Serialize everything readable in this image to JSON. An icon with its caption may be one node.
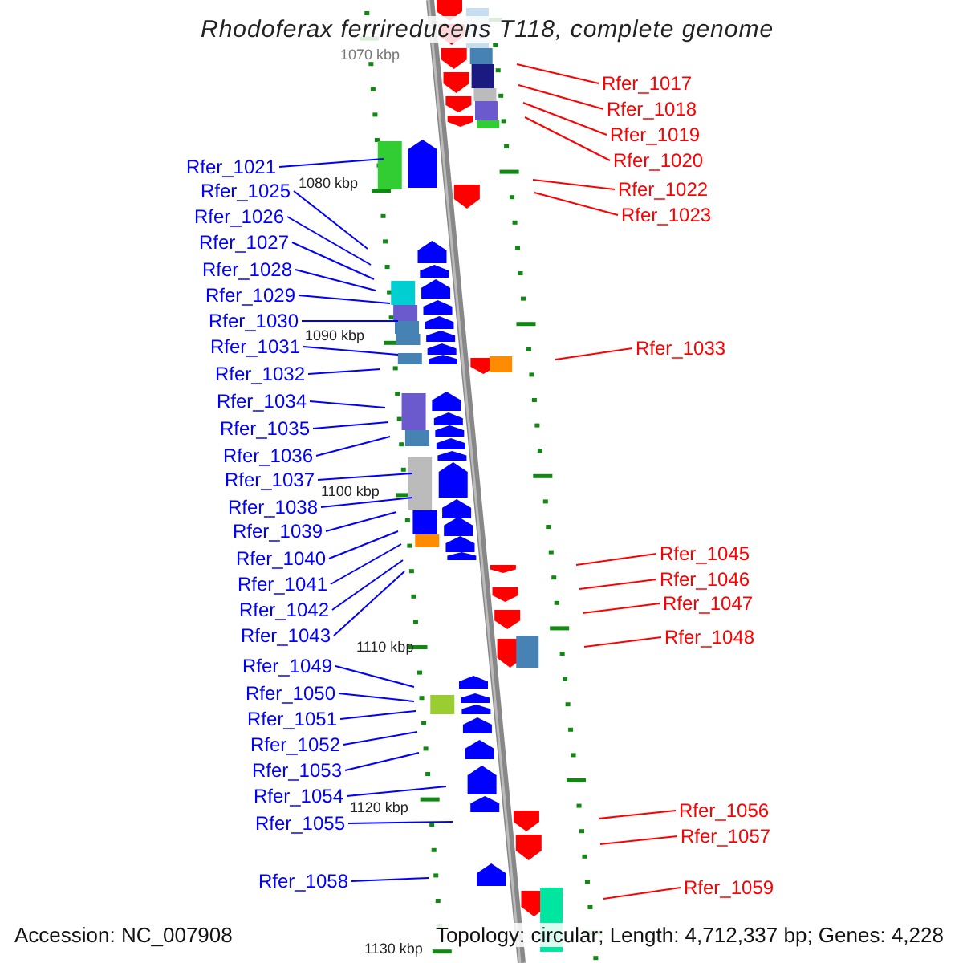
{
  "diagram": {
    "title": "Rhodoferax ferrireducens T118, complete genome",
    "nodes": [
      {
        "text": [
          "Rfer_1017"
        ]
      },
      {
        "text": [
          "Rfer_1018"
        ]
      },
      {
        "text": [
          "Rfer_1019"
        ]
      },
      {
        "text": [
          "Rfer_1020"
        ]
      },
      {
        "text": [
          "Rfer_1021"
        ]
      },
      {
        "text": [
          "Rfer_1022"
        ]
      },
      {
        "text": [
          "Rfer_1025"
        ]
      },
      {
        "text": [
          "Rfer_1023"
        ]
      },
      {
        "text": [
          "Rfer_1026"
        ]
      },
      {
        "text": [
          "Rfer_1027"
        ]
      },
      {
        "text": [
          "Rfer_1028"
        ]
      },
      {
        "text": [
          "Rfer_1029"
        ]
      },
      {
        "text": [
          "Rfer_1030"
        ]
      },
      {
        "text": [
          "Rfer_1031"
        ]
      },
      {
        "text": [
          "Rfer_1033"
        ]
      },
      {
        "text": [
          "Rfer_1032"
        ]
      },
      {
        "text": [
          "Rfer_1034"
        ]
      },
      {
        "text": [
          "Rfer_1035"
        ]
      },
      {
        "text": [
          "Rfer_1036"
        ]
      },
      {
        "text": [
          "Rfer_1037"
        ]
      },
      {
        "text": [
          "Rfer_1038"
        ]
      },
      {
        "text": [
          "Rfer_1039"
        ]
      },
      {
        "text": [
          "Rfer_1045"
        ]
      },
      {
        "text": [
          "Rfer_1040"
        ]
      },
      {
        "text": [
          "Rfer_1046"
        ]
      },
      {
        "text": [
          "Rfer_1041"
        ]
      },
      {
        "text": [
          "Rfer_1047"
        ]
      },
      {
        "text": [
          "Rfer_1042"
        ]
      },
      {
        "text": [
          "Rfer_1043"
        ]
      },
      {
        "text": [
          "Rfer_1048"
        ]
      },
      {
        "text": [
          "Rfer_1049"
        ]
      },
      {
        "text": [
          "Rfer_1050"
        ]
      },
      {
        "text": [
          "Rfer_1051"
        ]
      },
      {
        "text": [
          "Rfer_1052"
        ]
      },
      {
        "text": [
          "Rfer_1053"
        ]
      },
      {
        "text": [
          "Rfer_1054"
        ]
      },
      {
        "text": [
          "Rfer_1056"
        ]
      },
      {
        "text": [
          "Rfer_1055"
        ]
      },
      {
        "text": [
          "Rfer_1057"
        ]
      },
      {
        "text": [
          "Rfer_1058"
        ]
      },
      {
        "text": [
          "Rfer_1059"
        ]
      }
    ],
    "edges": [
      {
        "from": 0,
        "to": null,
        "arrow": "none",
        "color": "#ff0000"
      },
      {
        "from": 1,
        "to": null,
        "arrow": "none",
        "color": "#ff0000"
      },
      {
        "from": 2,
        "to": null,
        "arrow": "none",
        "color": "#ff0000"
      },
      {
        "from": 3,
        "to": null,
        "arrow": "none",
        "color": "#ff0000"
      },
      {
        "from": 4,
        "to": null,
        "arrow": "none"
      },
      {
        "from": 5,
        "to": null,
        "arrow": "none",
        "color": "#ff0000"
      },
      {
        "from": 6,
        "to": null,
        "arrow": "none"
      },
      {
        "from": 7,
        "to": null,
        "arrow": "none",
        "color": "#ff0000"
      },
      {
        "from": 8,
        "to": null,
        "arrow": "none"
      },
      {
        "from": 9,
        "to": null,
        "arrow": "none"
      },
      {
        "from": 10,
        "to": null,
        "arrow": "none"
      },
      {
        "from": 11,
        "to": null,
        "arrow": "none"
      },
      {
        "from": 12,
        "to": null,
        "arrow": "none"
      },
      {
        "from": 13,
        "to": null,
        "arrow": "none"
      },
      {
        "from": 14,
        "to": null,
        "arrow": "none",
        "color": "#ff0000"
      },
      {
        "from": 15,
        "to": null,
        "arrow": "none"
      },
      {
        "from": 16,
        "to": null,
        "arrow": "none"
      },
      {
        "from": 17,
        "to": null,
        "arrow": "none"
      },
      {
        "from": 18,
        "to": null,
        "arrow": "none"
      },
      {
        "from": 19,
        "to": null,
        "arrow": "none"
      },
      {
        "from": 20,
        "to": null,
        "arrow": "none"
      },
      {
        "from": 21,
        "to": null,
        "arrow": "none"
      },
      {
        "from": 22,
        "to": null,
        "arrow": "none",
        "color": "#ff0000"
      },
      {
        "from": 23,
        "to": null,
        "arrow": "none"
      },
      {
        "from": 24,
        "to": null,
        "arrow": "none",
        "color": "#ff0000"
      },
      {
        "from": 25,
        "to": null,
        "arrow": "none"
      },
      {
        "from": 26,
        "to": null,
        "arrow": "none",
        "color": "#ff0000"
      },
      {
        "from": 27,
        "to": null,
        "arrow": "none"
      },
      {
        "from": 28,
        "to": null,
        "arrow": "none"
      },
      {
        "from": 29,
        "to": null,
        "arrow": "none",
        "color": "#ff0000"
      },
      {
        "from": 30,
        "to": null,
        "arrow": "none"
      },
      {
        "from": 31,
        "to": null,
        "arrow": "none"
      },
      {
        "from": 32,
        "to": null,
        "arrow": "none"
      },
      {
        "from": 33,
        "to": null,
        "arrow": "none"
      },
      {
        "from": 34,
        "to": null,
        "arrow": "none"
      },
      {
        "from": 35,
        "to": null,
        "arrow": "none"
      },
      {
        "from": 36,
        "to": null,
        "arrow": "none",
        "color": "#ff0000"
      },
      {
        "from": 37,
        "to": null,
        "arrow": "none"
      },
      {
        "from": 38,
        "to": null,
        "arrow": "none",
        "color": "#ff0000"
      },
      {
        "from": 39,
        "to": null,
        "arrow": "none"
      },
      {
        "from": 40,
        "to": null,
        "arrow": "none",
        "color": "#ff0000"
      }
    ],
    "labels": [
      "1070 kbp",
      "1080 kbp",
      "1090 kbp",
      "1100 kbp",
      "1110 kbp",
      "1120 kbp",
      "1130 kbp",
      "Accession: NC_007908",
      "Topology: circular; Length: 4,712,337 bp; Genes: 4,228"
    ]
  }
}
